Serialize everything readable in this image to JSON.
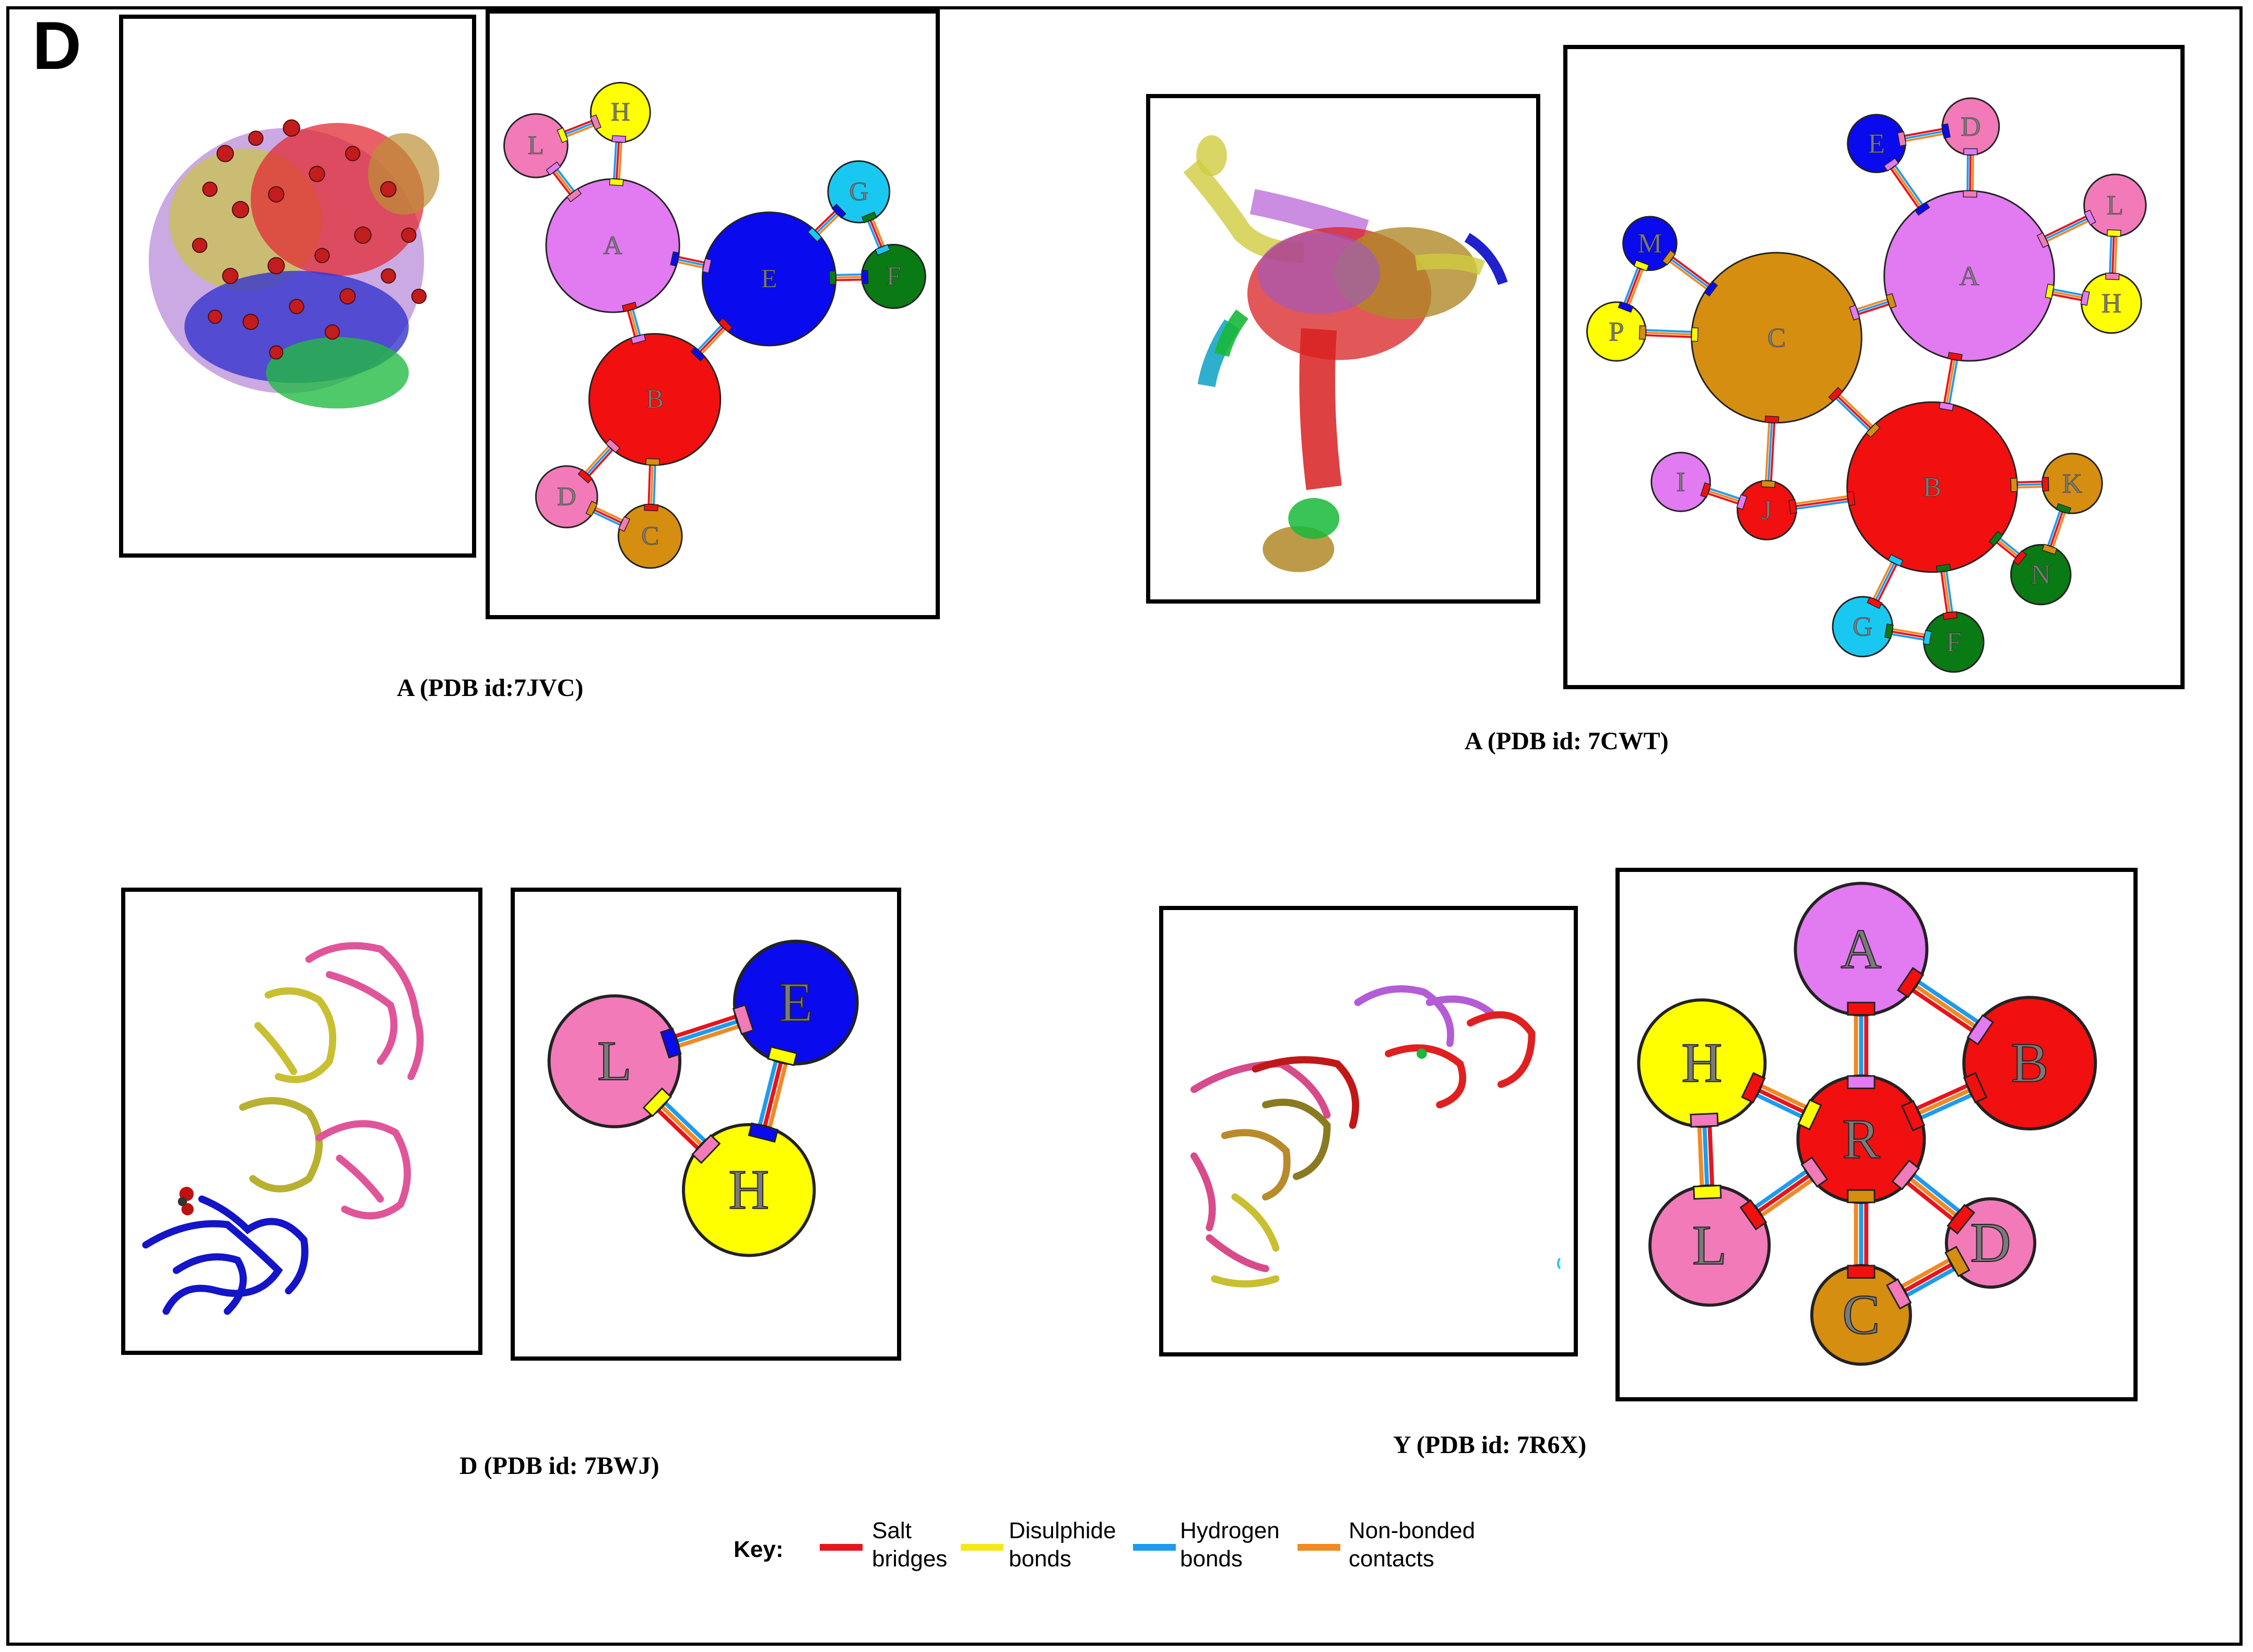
{
  "panel_letter": "D",
  "captions": {
    "c1": "A (PDB id:7JVC)",
    "c2": "A (PDB id: 7CWT)",
    "c3": "D (PDB id: 7BWJ)",
    "c4": "Y (PDB id: 7R6X)"
  },
  "key": {
    "title": "Key:",
    "items": [
      {
        "line1": "Salt",
        "line2": "bridges",
        "color": "#e8141c"
      },
      {
        "line1": "Disulphide",
        "line2": "bonds",
        "color": "#f5e81a"
      },
      {
        "line1": "Hydrogen",
        "line2": "bonds",
        "color": "#1e9bf0"
      },
      {
        "line1": "Non-bonded",
        "line2": "contacts",
        "color": "#f08a24"
      }
    ]
  },
  "colors": {
    "pink": "#f27ab8",
    "yellow": "#ffff00",
    "violet": "#e27af2",
    "blue": "#0a0aee",
    "cyan": "#19c8f0",
    "green": "#0a7a14",
    "red": "#f20f0f",
    "gold": "#d68e10"
  },
  "networks": {
    "n1": {
      "nodes": [
        {
          "id": "L",
          "label": "L",
          "color": "#f27ab8"
        },
        {
          "id": "H",
          "label": "H",
          "color": "#ffff00"
        },
        {
          "id": "A",
          "label": "A",
          "color": "#e27af2"
        },
        {
          "id": "G",
          "label": "G",
          "color": "#19c8f0"
        },
        {
          "id": "E",
          "label": "E",
          "color": "#0a0aee"
        },
        {
          "id": "F",
          "label": "F",
          "color": "#0a7a14"
        },
        {
          "id": "B",
          "label": "B",
          "color": "#f20f0f"
        },
        {
          "id": "D",
          "label": "D",
          "color": "#f27ab8"
        },
        {
          "id": "C",
          "label": "C",
          "color": "#d68e10"
        }
      ],
      "edges": [
        [
          "L",
          "H"
        ],
        [
          "L",
          "A"
        ],
        [
          "H",
          "A"
        ],
        [
          "A",
          "E"
        ],
        [
          "A",
          "B"
        ],
        [
          "E",
          "B"
        ],
        [
          "E",
          "G"
        ],
        [
          "E",
          "F"
        ],
        [
          "G",
          "F"
        ],
        [
          "B",
          "D"
        ],
        [
          "B",
          "C"
        ],
        [
          "D",
          "C"
        ]
      ]
    },
    "n2": {
      "nodes": [
        {
          "id": "E",
          "label": "E",
          "color": "#0a0aee"
        },
        {
          "id": "D",
          "label": "D",
          "color": "#f27ab8"
        },
        {
          "id": "M",
          "label": "M",
          "color": "#0a0aee"
        },
        {
          "id": "L",
          "label": "L",
          "color": "#f27ab8"
        },
        {
          "id": "A",
          "label": "A",
          "color": "#e27af2"
        },
        {
          "id": "H",
          "label": "H",
          "color": "#ffff00"
        },
        {
          "id": "P",
          "label": "P",
          "color": "#ffff00"
        },
        {
          "id": "C",
          "label": "C",
          "color": "#d68e10"
        },
        {
          "id": "I",
          "label": "I",
          "color": "#e27af2"
        },
        {
          "id": "J",
          "label": "J",
          "color": "#f20f0f"
        },
        {
          "id": "B",
          "label": "B",
          "color": "#f20f0f"
        },
        {
          "id": "K",
          "label": "K",
          "color": "#d68e10"
        },
        {
          "id": "N",
          "label": "N",
          "color": "#0a7a14"
        },
        {
          "id": "G",
          "label": "G",
          "color": "#19c8f0"
        },
        {
          "id": "F",
          "label": "F",
          "color": "#0a7a14"
        }
      ],
      "edges": [
        [
          "E",
          "D"
        ],
        [
          "E",
          "A"
        ],
        [
          "D",
          "A"
        ],
        [
          "A",
          "L"
        ],
        [
          "A",
          "H"
        ],
        [
          "L",
          "H"
        ],
        [
          "A",
          "C"
        ],
        [
          "A",
          "B"
        ],
        [
          "C",
          "B"
        ],
        [
          "M",
          "C"
        ],
        [
          "P",
          "C"
        ],
        [
          "M",
          "P"
        ],
        [
          "C",
          "J"
        ],
        [
          "I",
          "J"
        ],
        [
          "J",
          "B"
        ],
        [
          "B",
          "K"
        ],
        [
          "B",
          "N"
        ],
        [
          "K",
          "N"
        ],
        [
          "B",
          "G"
        ],
        [
          "B",
          "F"
        ],
        [
          "G",
          "F"
        ]
      ]
    },
    "n3": {
      "nodes": [
        {
          "id": "L",
          "label": "L",
          "color": "#f27ab8"
        },
        {
          "id": "E",
          "label": "E",
          "color": "#0a0aee"
        },
        {
          "id": "H",
          "label": "H",
          "color": "#ffff00"
        }
      ],
      "edges": [
        [
          "L",
          "E"
        ],
        [
          "L",
          "H"
        ],
        [
          "E",
          "H"
        ]
      ]
    },
    "n4": {
      "nodes": [
        {
          "id": "A",
          "label": "A",
          "color": "#e27af2"
        },
        {
          "id": "H",
          "label": "H",
          "color": "#ffff00"
        },
        {
          "id": "B",
          "label": "B",
          "color": "#f20f0f"
        },
        {
          "id": "R",
          "label": "R",
          "color": "#f20f0f"
        },
        {
          "id": "L",
          "label": "L",
          "color": "#f27ab8"
        },
        {
          "id": "D",
          "label": "D",
          "color": "#f27ab8"
        },
        {
          "id": "C",
          "label": "C",
          "color": "#d68e10"
        }
      ],
      "edges": [
        [
          "A",
          "R"
        ],
        [
          "A",
          "B"
        ],
        [
          "H",
          "R"
        ],
        [
          "H",
          "L"
        ],
        [
          "B",
          "R"
        ],
        [
          "R",
          "L"
        ],
        [
          "R",
          "C"
        ],
        [
          "R",
          "D"
        ],
        [
          "C",
          "D"
        ]
      ]
    }
  }
}
